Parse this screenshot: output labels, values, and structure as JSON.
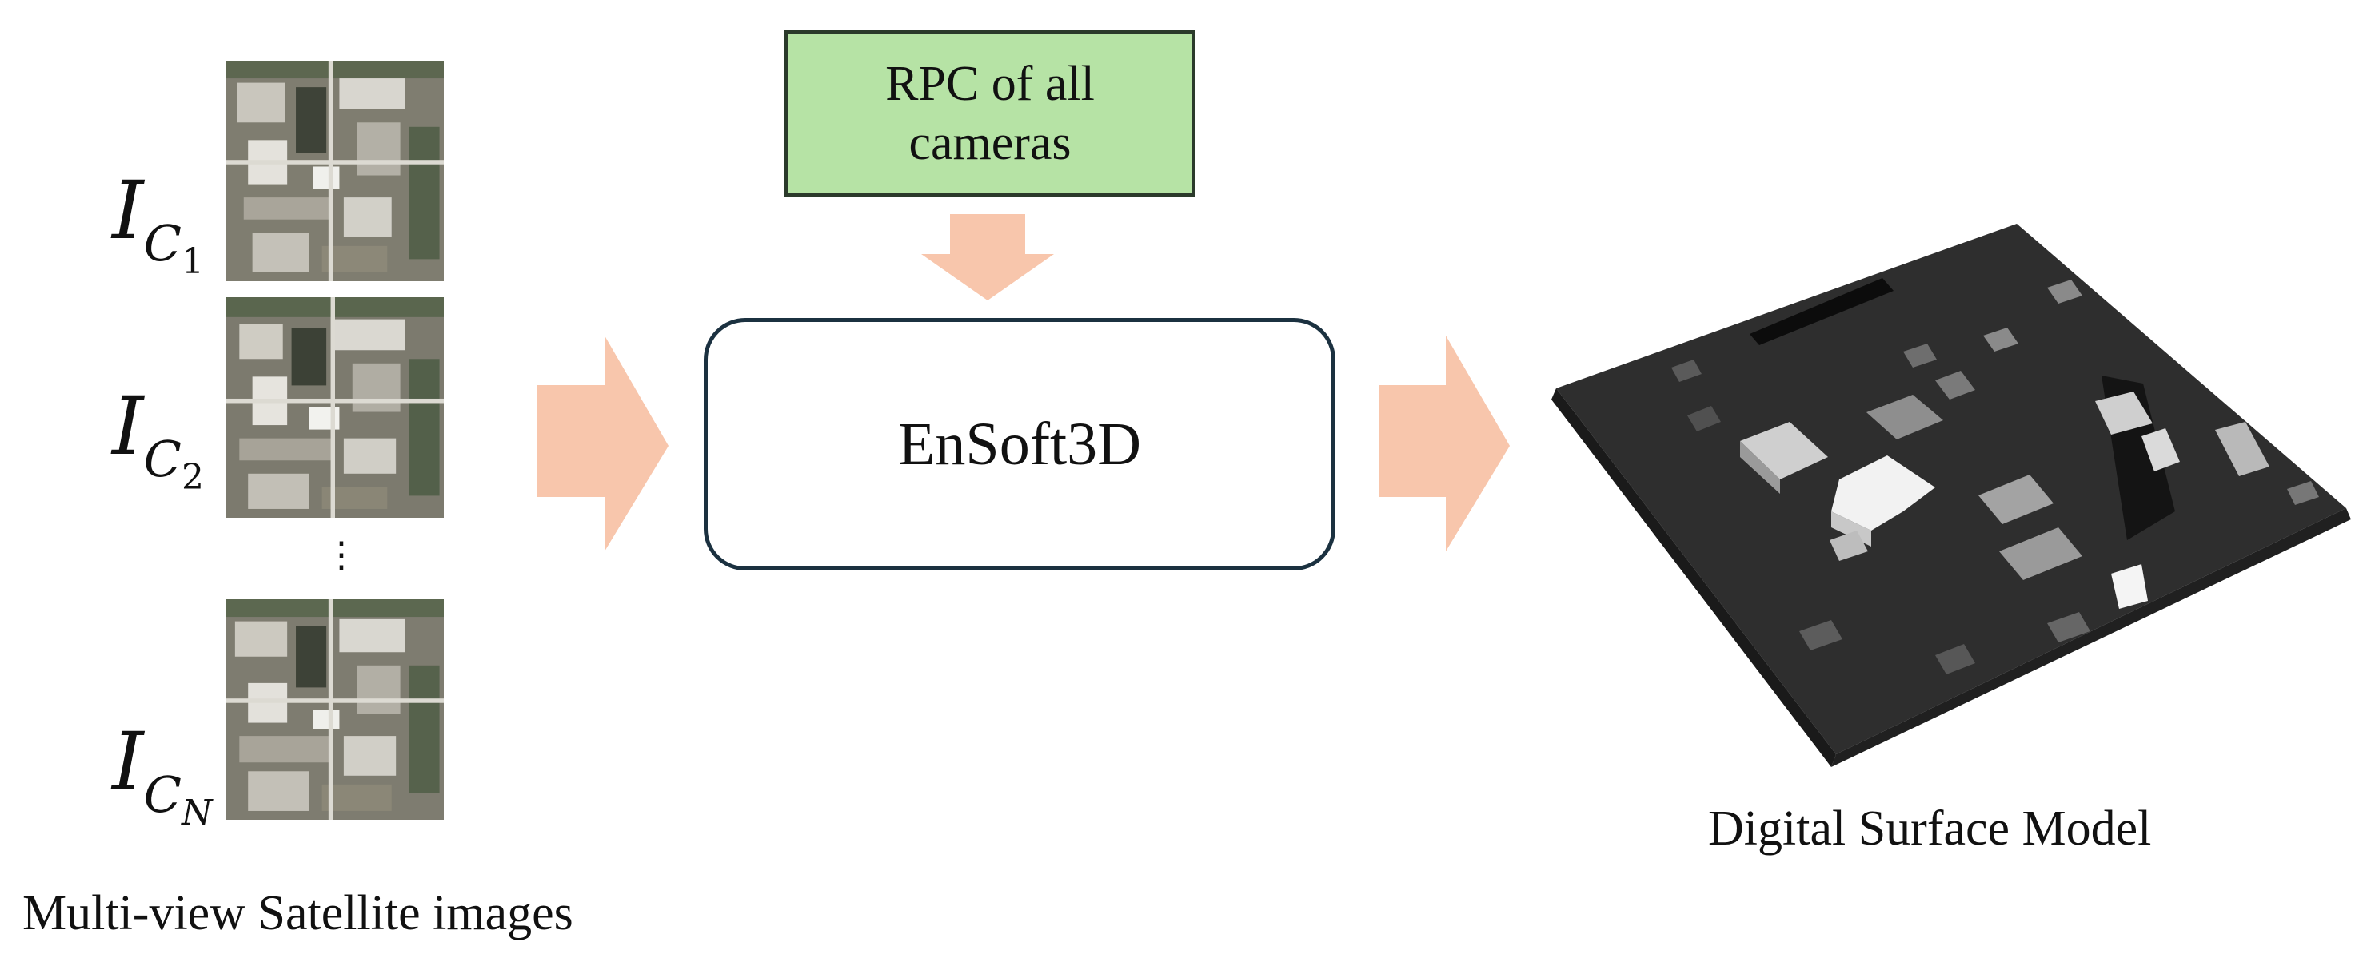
{
  "diagram": {
    "inputs": {
      "camera_labels": [
        {
          "base": "I",
          "sub": "C",
          "subsub": "1"
        },
        {
          "base": "I",
          "sub": "C",
          "subsub": "2"
        },
        {
          "base": "I",
          "sub": "C",
          "subsub": "N"
        }
      ],
      "ellipsis": "⋮",
      "caption": "Multi-view Satellite images"
    },
    "rpc_box": {
      "label": "RPC of all cameras"
    },
    "core_box": {
      "label": "EnSoft3D"
    },
    "output": {
      "caption": "Digital Surface Model"
    },
    "colors": {
      "arrow": "#f8c6ac",
      "rpc_fill": "#b6e3a5",
      "core_border": "#1b3140"
    }
  }
}
